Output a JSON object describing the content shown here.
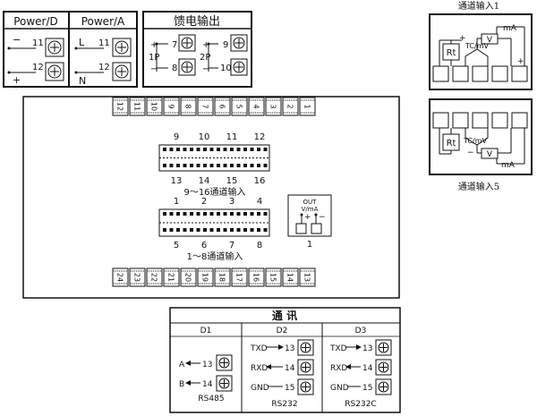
{
  "power_d": {
    "title": "Power/D",
    "t1": "11",
    "t2": "12",
    "minus": "−",
    "plus": "+"
  },
  "power_a": {
    "title": "Power/A",
    "t1": "11",
    "t2": "12",
    "l": "L",
    "n": "N"
  },
  "feeder": {
    "title": "馈电输出",
    "p1": "1P",
    "p2": "2P",
    "t7": "7",
    "t8": "8",
    "t9": "9",
    "t10": "10",
    "plus": "+",
    "minus": "−"
  },
  "panel": {
    "top_terminals": [
      "12",
      "11",
      "10",
      "9",
      "8",
      "7",
      "6",
      "5",
      "4",
      "3",
      "2",
      "1"
    ],
    "bottom_terminals": [
      "24",
      "23",
      "22",
      "21",
      "20",
      "19",
      "18",
      "17",
      "16",
      "15",
      "14",
      "13"
    ],
    "upper_block_top": [
      "9",
      "10",
      "11",
      "12"
    ],
    "upper_block_bottom": [
      "13",
      "14",
      "15",
      "16"
    ],
    "upper_block_label": "9～16通道输入",
    "lower_block_top": [
      "1",
      "2",
      "3",
      "4"
    ],
    "lower_block_bottom": [
      "5",
      "6",
      "7",
      "8"
    ],
    "lower_block_label": "1～8通道输入",
    "out_label": "OUT",
    "out_sub": "V/mA",
    "out_num": "1",
    "out_plus": "+",
    "out_minus": "−"
  },
  "ch1": {
    "title": "通道输入1",
    "rt": "Rt",
    "tc": "TC/mV",
    "v": "V",
    "ma": "mA",
    "plus": "+",
    "minus": "−"
  },
  "ch5": {
    "title": "通道输入5",
    "rt": "Rt",
    "tc": "TC/mV",
    "v": "V",
    "ma": "mA",
    "plus": "+",
    "minus": "−"
  },
  "comm": {
    "title": "通  讯",
    "d1": {
      "name": "D1",
      "a": "A",
      "b": "B",
      "t13": "13",
      "t14": "14",
      "bus": "RS485"
    },
    "d2": {
      "name": "D2",
      "txd": "TXD",
      "rxd": "RXD",
      "gnd": "GND",
      "t13": "13",
      "t14": "14",
      "t15": "15",
      "bus": "RS232"
    },
    "d3": {
      "name": "D3",
      "txd": "TXD",
      "rxd": "RXD",
      "gnd": "GND",
      "t13": "13",
      "t14": "14",
      "t15": "15",
      "bus": "RS232C"
    }
  }
}
